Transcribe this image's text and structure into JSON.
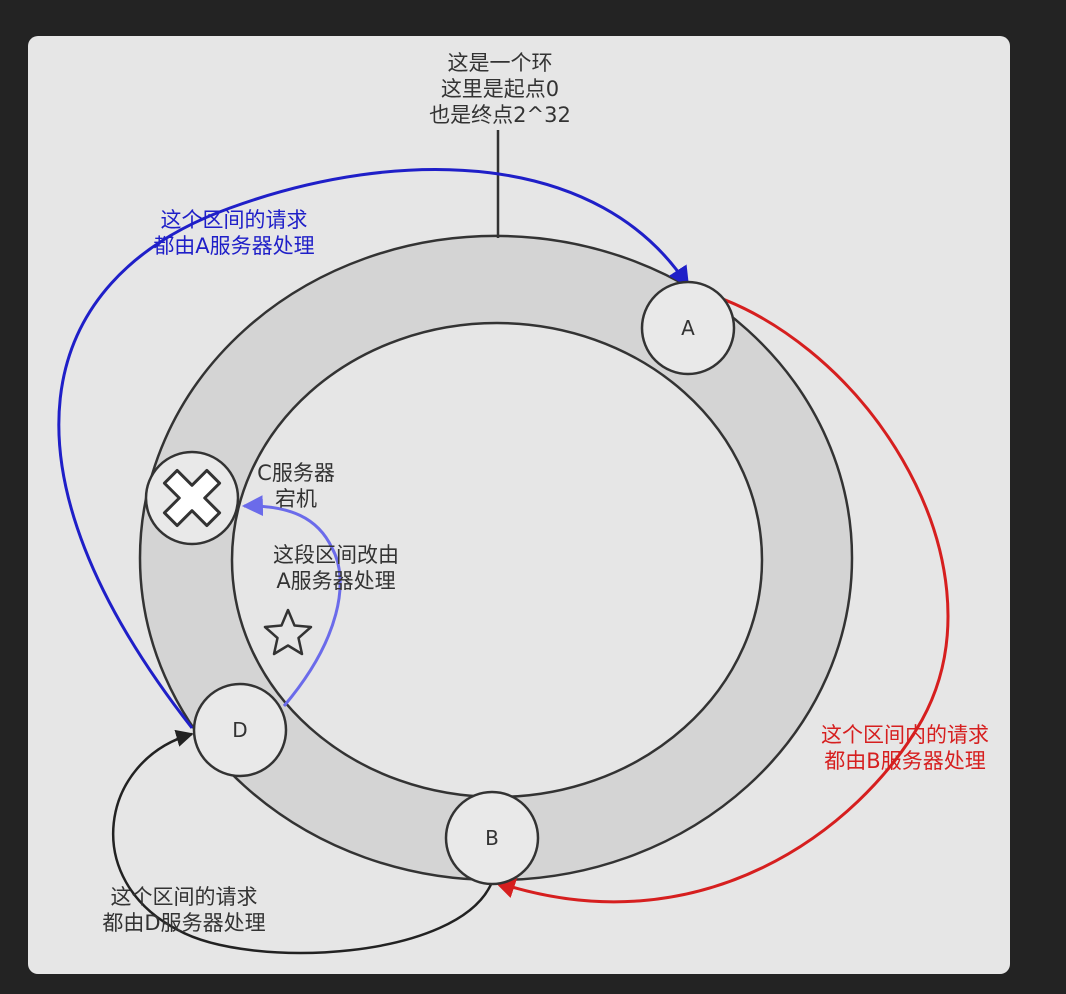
{
  "colors": {
    "background": "#232323",
    "canvas": "#e6e6e6",
    "ring": "#d4d4d4",
    "stroke": "#333333",
    "blue": "#1f1fc8",
    "red": "#d61f1f",
    "light_blue": "#6b6bea"
  },
  "top_note": [
    "这是一个环",
    "这里是起点0",
    "也是终点2^32"
  ],
  "nodes": {
    "a": "A",
    "b": "B",
    "d": "D"
  },
  "failed_node": {
    "icon": "x-cross-icon",
    "label": [
      "C服务器",
      "宕机"
    ]
  },
  "star_icon": "star-icon",
  "notes": {
    "blue": [
      "这个区间的请求",
      "都由A服务器处理"
    ],
    "red": [
      "这个区间内的请求",
      "都由B服务器处理"
    ],
    "reassign": [
      "这段区间改由",
      "A服务器处理"
    ],
    "dark": [
      "这个区间的请求",
      "都由D服务器处理"
    ]
  }
}
